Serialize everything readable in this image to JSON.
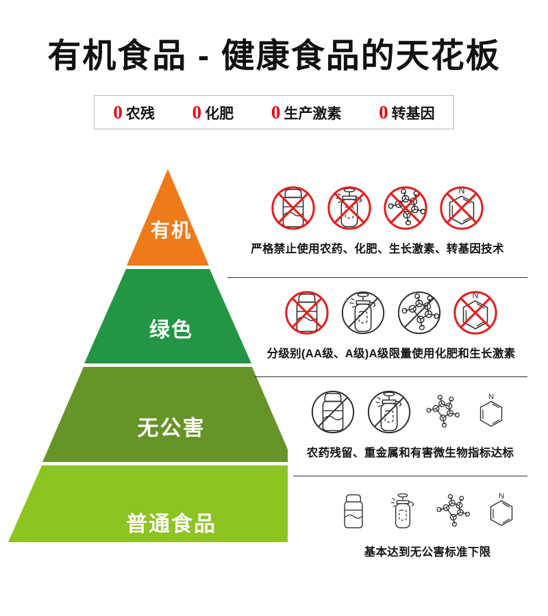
{
  "header": {
    "title": "有机食品 - 健康食品的天花板",
    "badges": [
      {
        "zero": "0",
        "label": "农残"
      },
      {
        "zero": "0",
        "label": "化肥"
      },
      {
        "zero": "0",
        "label": "生产激素"
      },
      {
        "zero": "0",
        "label": "转基因"
      }
    ],
    "badge_zero_color": "#e60012"
  },
  "pyramid": {
    "tiers": [
      {
        "label": "有机",
        "color": "#ef7a1a"
      },
      {
        "label": "绿色",
        "color": "#239544"
      },
      {
        "label": "无公害",
        "color": "#679428"
      },
      {
        "label": "普通食品",
        "color": "#8cc422"
      }
    ]
  },
  "rows": [
    {
      "tier": "有机",
      "caption": "严格禁止使用农药、化肥、生长激素、转基因技术",
      "icons": [
        {
          "name": "pesticide-bottle-icon",
          "mark": "red-cross"
        },
        {
          "name": "fertilizer-sprayer-icon",
          "mark": "red-cross"
        },
        {
          "name": "hormone-molecule-icon",
          "mark": "red-cross"
        },
        {
          "name": "gmo-pyridine-ring-icon",
          "mark": "red-cross"
        }
      ]
    },
    {
      "tier": "绿色",
      "caption": "分级别(AA级、A级)A级限量使用化肥和生长激素",
      "icons": [
        {
          "name": "pesticide-bottle-icon",
          "mark": "red-cross"
        },
        {
          "name": "fertilizer-sprayer-icon",
          "mark": "black-slash"
        },
        {
          "name": "hormone-molecule-icon",
          "mark": "black-slash"
        },
        {
          "name": "gmo-pyridine-ring-icon",
          "mark": "red-cross"
        }
      ]
    },
    {
      "tier": "无公害",
      "caption": "农药残留、重金属和有害微生物指标达标",
      "icons": [
        {
          "name": "pesticide-bottle-icon",
          "mark": "black-slash"
        },
        {
          "name": "fertilizer-sprayer-icon",
          "mark": "black-slash"
        },
        {
          "name": "hormone-molecule-icon",
          "mark": "none"
        },
        {
          "name": "gmo-pyridine-ring-icon",
          "mark": "none"
        }
      ]
    },
    {
      "tier": "普通食品",
      "caption": "基本达到无公害标准下限",
      "icons": [
        {
          "name": "pesticide-bottle-icon",
          "mark": "none"
        },
        {
          "name": "fertilizer-sprayer-icon",
          "mark": "none"
        },
        {
          "name": "hormone-molecule-icon",
          "mark": "none"
        },
        {
          "name": "gmo-pyridine-ring-icon",
          "mark": "none"
        }
      ]
    }
  ],
  "colors": {
    "red": "#e02020",
    "ink": "#2b2b2b",
    "divider": "#2b2b2b"
  }
}
